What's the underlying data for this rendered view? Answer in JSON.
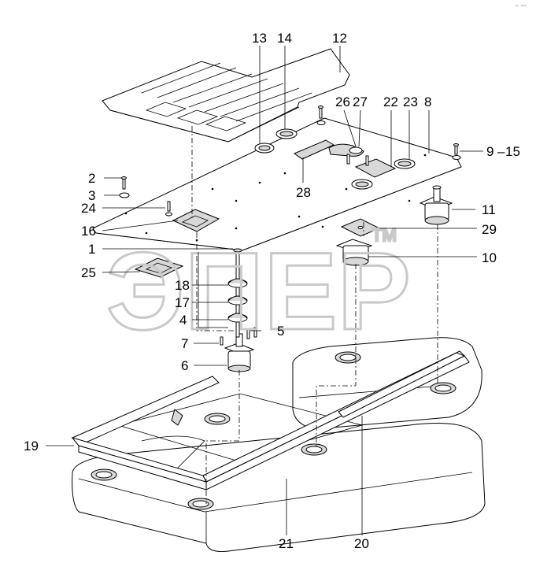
{
  "corner_mark": "ᵍᶜ ᵃᵖᵖ",
  "watermark": {
    "text": "ЭПЕР",
    "trademark": "TM"
  },
  "callouts": {
    "c1": "1",
    "c2": "2",
    "c3": "3",
    "c4": "4",
    "c5": "5",
    "c6": "6",
    "c7": "7",
    "c8": "8",
    "c9": "9",
    "c15": "15",
    "c10": "10",
    "c11": "11",
    "c12": "12",
    "c13": "13",
    "c14": "14",
    "c16": "16",
    "c17": "17",
    "c18": "18",
    "c19": "19",
    "c20": "20",
    "c21": "21",
    "c22": "22",
    "c23": "23",
    "c24": "24",
    "c25": "25",
    "c26": "26",
    "c27": "27",
    "c28": "28",
    "c29": "29"
  }
}
